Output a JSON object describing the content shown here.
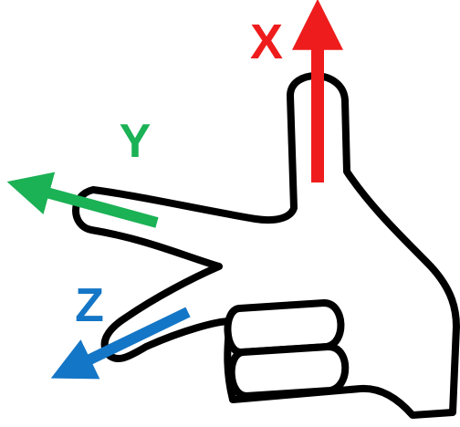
{
  "axes": {
    "x": {
      "label": "X",
      "color": "#ee1c1c"
    },
    "y": {
      "label": "Y",
      "color": "#1bb155"
    },
    "z": {
      "label": "Z",
      "color": "#1476c6"
    }
  },
  "hand": {
    "outline_color": "#000000",
    "fill_color": "#ffffff"
  }
}
